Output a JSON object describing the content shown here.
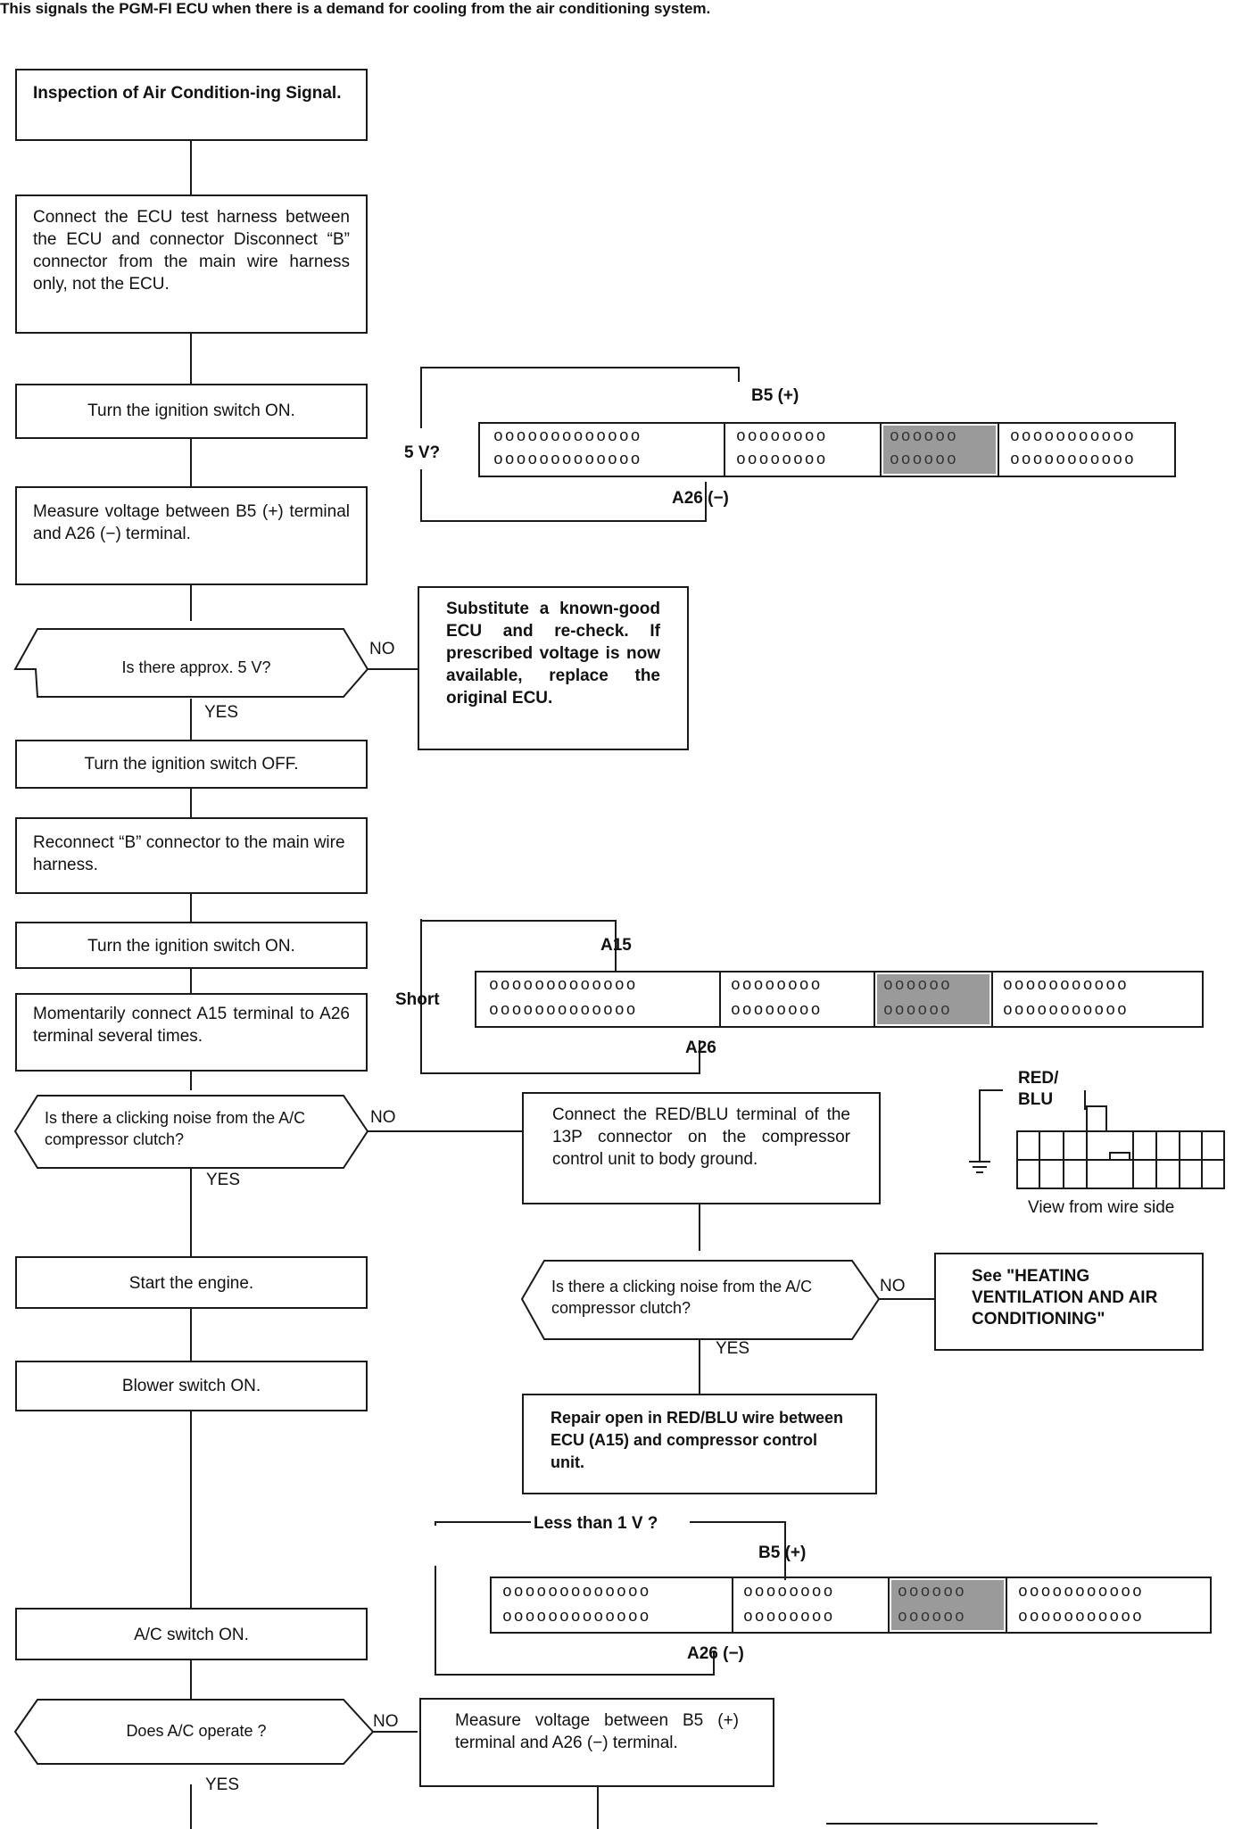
{
  "intro": "This signals the PGM-FI ECU when there is a demand for cooling from the air conditioning system.",
  "steps": {
    "s1": "Inspection of Air Condition-ing Signal.",
    "s2": "Connect the ECU test harness between the ECU and connector Disconnect “B” connector from the main wire harness only, not the ECU.",
    "s3": "Turn the ignition switch ON.",
    "s4": "Measure voltage between B5 (+) terminal and A26 (−) terminal.",
    "d1": "Is there approx. 5 V?",
    "sub": "Substitute a known-good ECU and re-check. If prescribed voltage is now available, replace the original ECU.",
    "s5": "Turn the ignition switch OFF.",
    "s6": "Reconnect “B” connector to the main wire harness.",
    "s7": "Turn the ignition switch ON.",
    "s8": "Momentarily connect A15 terminal to A26 terminal several times.",
    "d2": "Is there a clicking noise from the A/C compressor clutch?",
    "r1": "Connect the RED/BLU terminal of the 13P connector on the compressor control unit to body ground.",
    "d3": "Is there a clicking noise from the A/C compressor clutch?",
    "see": "See \"HEATING VENTILATION AND AIR CONDITIONING\"",
    "repair": "Repair open in RED/BLU wire between ECU (A15) and compressor control unit.",
    "s9": "Start the engine.",
    "s10": "Blower switch ON.",
    "s11": "A/C switch ON.",
    "d4": "Does A/C operate ?",
    "meas2": "Measure voltage between B5 (+) terminal and A26 (−) terminal."
  },
  "answers": {
    "no": "NO",
    "yes": "YES"
  },
  "labels": {
    "b5": "B5 (+)",
    "a26m": "A26 (−)",
    "v5": "5 V?",
    "a15": "A15",
    "a26": "A26",
    "short": "Short",
    "redblu1": "RED/",
    "redblu2": "BLU",
    "view": "View from wire side",
    "less1v": "Less than 1 V ?"
  },
  "connector": {
    "a": "ooooooooooooo",
    "b": "oooooooo",
    "c": "oooooo",
    "d": "ooooooooooo"
  }
}
